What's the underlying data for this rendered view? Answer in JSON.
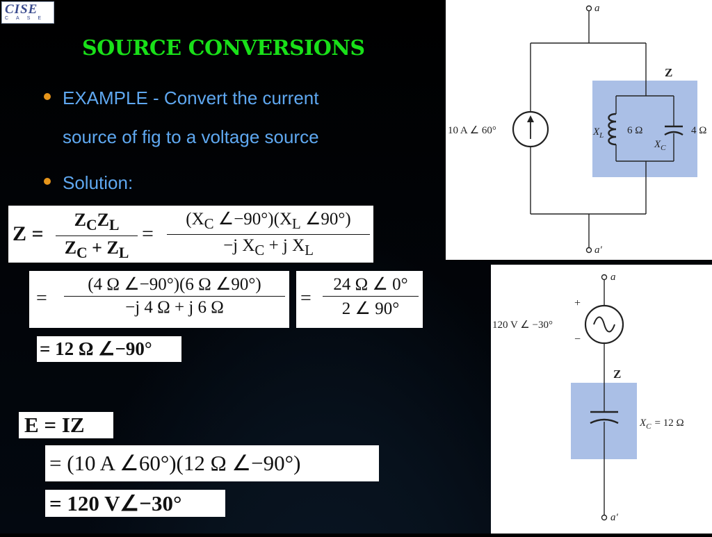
{
  "logo": {
    "main": "CISE",
    "sub": "CASE"
  },
  "title": "SOURCE CONVERSIONS",
  "bullets": [
    {
      "line1": "EXAMPLE - Convert the current",
      "line2": "source of fig to a voltage source"
    },
    {
      "line1": "Solution:"
    }
  ],
  "equations": {
    "z_lhs": "Z =",
    "z_frac1_num": "Z<sub>C</sub>Z<sub>L</sub>",
    "z_frac1_den": "Z<sub>C</sub> + Z<sub>L</sub>",
    "z_eq": "=",
    "z_frac2_num": "(X<sub>C</sub> ∠−90°)(X<sub>L</sub> ∠90°)",
    "z_frac2_den": "−j X<sub>C</sub> + j X<sub>L</sub>",
    "step2_eq": "=",
    "step2_num": "(4 Ω ∠−90°)(6 Ω ∠90°)",
    "step2_den": "−j 4 Ω + j 6 Ω",
    "step3_eq": "=",
    "step3_num": "24 Ω ∠ 0°",
    "step3_den": "2 ∠ 90°",
    "result_z": "= 12 Ω ∠−90°",
    "e_eq": "E = IZ",
    "e_step": "= (10 A ∠60°)(12 Ω ∠−90°)",
    "e_result": "= 120 V∠−30°"
  },
  "circuit1": {
    "terminal_top": "a",
    "terminal_bottom": "a′",
    "z_label": "Z",
    "source_label": "10 A ∠ 60°",
    "inductor_label": "X",
    "inductor_sub": "L",
    "inductor_value": "6 Ω",
    "capacitor_label": "X",
    "capacitor_sub": "C",
    "capacitor_value": "4 Ω"
  },
  "circuit2": {
    "terminal_top": "a",
    "terminal_bottom": "a′",
    "plus": "+",
    "minus": "−",
    "source_label": "120 V ∠ −30°",
    "z_label": "Z",
    "capacitor_label": "X",
    "capacitor_sub": "C",
    "capacitor_value": "= 12 Ω"
  },
  "colors": {
    "title": "#19e019",
    "bullet_text": "#5fa8f0",
    "bullet_dot": "#e6951a",
    "impedance_box": "#aabfe6"
  }
}
